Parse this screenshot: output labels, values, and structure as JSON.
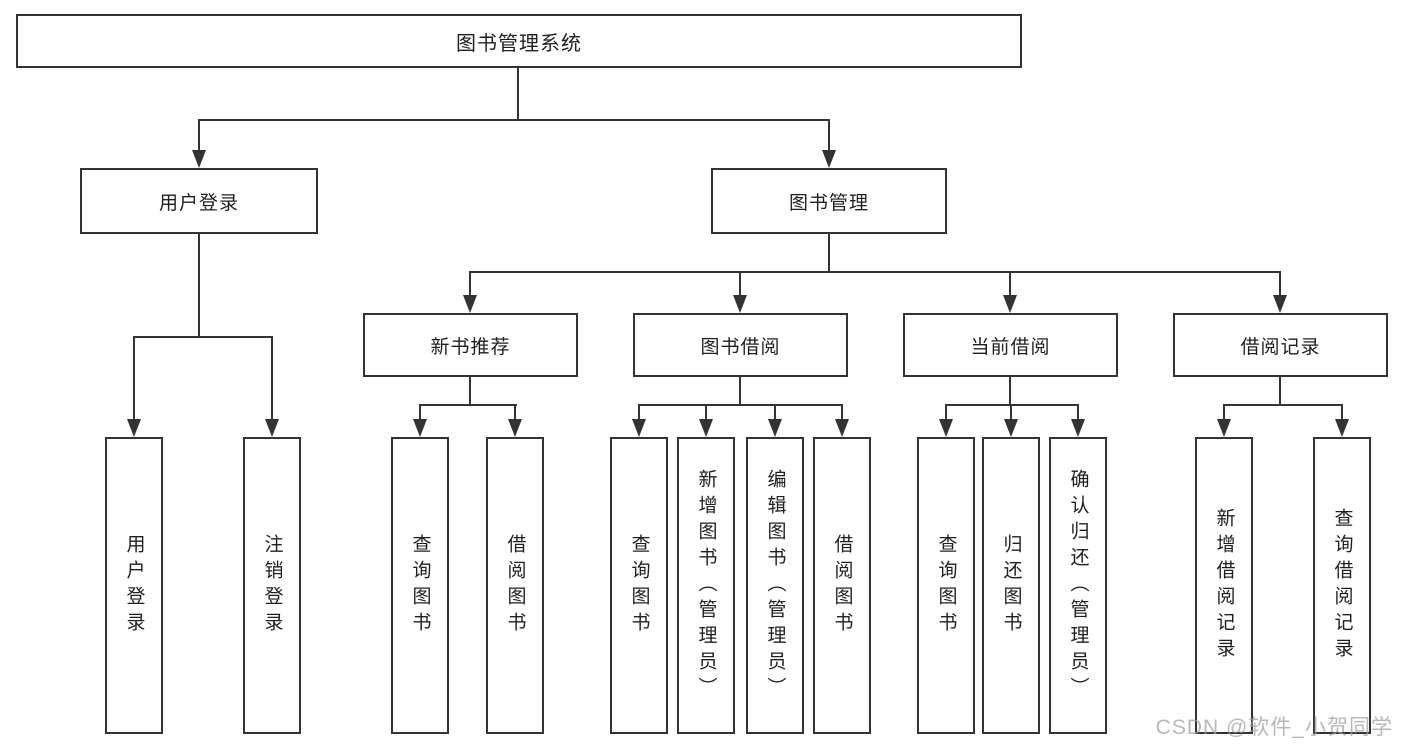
{
  "diagram_title": "图书管理系统",
  "watermark": {
    "text": "CSDN @软件_小贺同学"
  },
  "colors": {
    "line": "#333333",
    "box_border": "#333333",
    "box_fill": "#ffffff",
    "text": "#1f1f1f",
    "watermark": "#a0a0a0"
  },
  "tree": {
    "label": "图书管理系统",
    "children": [
      {
        "label": "用户登录",
        "children": [
          {
            "label": "用户登录"
          },
          {
            "label": "注销登录"
          }
        ]
      },
      {
        "label": "图书管理",
        "children": [
          {
            "label": "新书推荐",
            "children": [
              {
                "label": "查询图书"
              },
              {
                "label": "借阅图书"
              }
            ]
          },
          {
            "label": "图书借阅",
            "children": [
              {
                "label": "查询图书"
              },
              {
                "label": "新增图书（管理员）"
              },
              {
                "label": "编辑图书（管理员）"
              },
              {
                "label": "借阅图书"
              }
            ]
          },
          {
            "label": "当前借阅",
            "children": [
              {
                "label": "查询图书"
              },
              {
                "label": "归还图书"
              },
              {
                "label": "确认归还（管理员）"
              }
            ]
          },
          {
            "label": "借阅记录",
            "children": [
              {
                "label": "新增借阅记录"
              },
              {
                "label": "查询借阅记录"
              }
            ]
          }
        ]
      }
    ]
  }
}
